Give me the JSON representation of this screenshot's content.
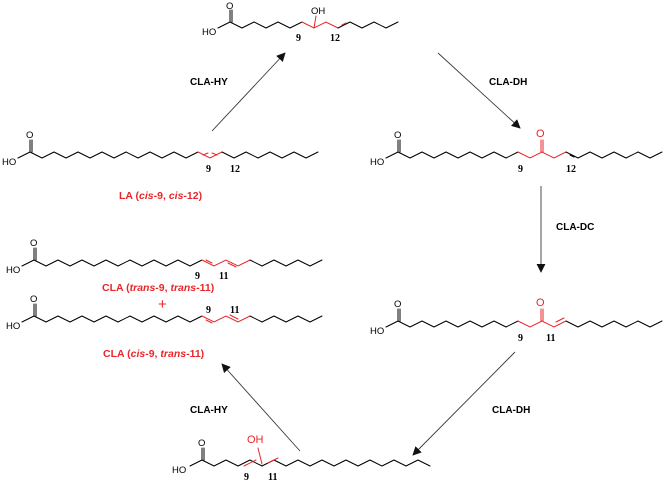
{
  "atoms": {
    "ho": "HO",
    "o": "O",
    "oh": "OH"
  },
  "structures": {
    "hydroxy_top": {
      "locant_a": "9",
      "locant_b": "12"
    },
    "linoleic": {
      "locant_a": "9",
      "locant_b": "12"
    },
    "oxo_mid": {
      "locant_a": "9",
      "locant_b": "12"
    },
    "cla_trans_trans": {
      "locant_a": "9",
      "locant_b": "11"
    },
    "cla_cis_trans": {
      "locant_a": "9",
      "locant_b": "11"
    },
    "enone": {
      "locant_a": "9",
      "locant_b": "11"
    },
    "hydroxy_bottom": {
      "locant_a": "9",
      "locant_b": "11"
    }
  },
  "captions": {
    "la": {
      "prefix": "LA (",
      "cis1": "cis",
      "mid": "-9, ",
      "cis2": "cis",
      "suffix": "-12)"
    },
    "cla_tt": {
      "prefix": "CLA (",
      "a": "trans",
      "mid": "-9, ",
      "b": "trans",
      "suffix": "-11)"
    },
    "cla_ct": {
      "prefix": "CLA (",
      "a": "cis",
      "mid": "-9, ",
      "b": "trans",
      "suffix": "-11)"
    },
    "plus": "+"
  },
  "enzymes": {
    "hy_top": "CLA-HY",
    "dh_top": "CLA-DH",
    "dc": "CLA-DC",
    "dh_bottom": "CLA-DH",
    "hy_bottom": "CLA-HY"
  },
  "colors": {
    "highlight": "#e8262a",
    "bond": "#000000",
    "arrow": "#3a3a3a"
  }
}
